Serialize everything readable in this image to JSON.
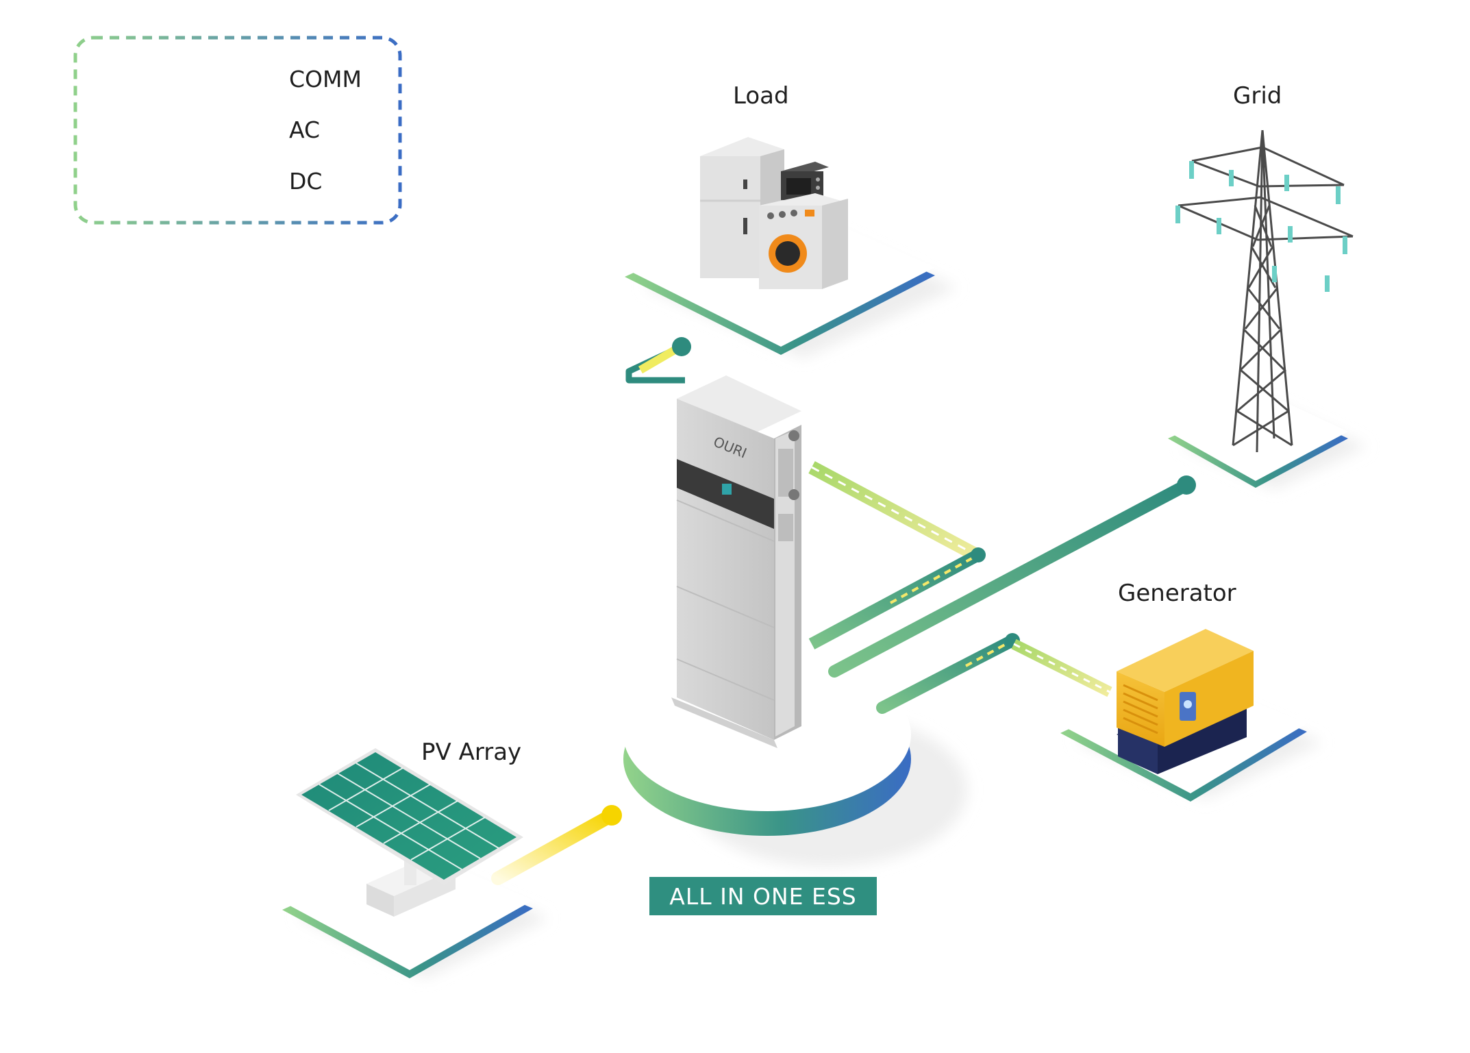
{
  "legend": {
    "items": [
      {
        "label": "COMM",
        "style": "dashed",
        "colors": [
          "#f2f0a0",
          "#e8d820"
        ]
      },
      {
        "label": "AC",
        "style": "solid",
        "colors": [
          "#7cc38a",
          "#2e8b7e"
        ]
      },
      {
        "label": "DC",
        "style": "solid",
        "colors": [
          "#fff8c8",
          "#f6d400"
        ]
      }
    ]
  },
  "nodes": {
    "load": "Load",
    "grid": "Grid",
    "generator": "Generator",
    "pv": "PV Array",
    "ess": "ALL IN ONE ESS"
  },
  "brand": "OURI",
  "colors": {
    "platform_gradient": [
      "#8fcf8a",
      "#2f8f80",
      "#3a6fc2"
    ],
    "ac": "#2f8f80",
    "dc": "#f6d400",
    "comm": "#e8d820",
    "generator": "#f3b31a",
    "banner": "#2f8f80"
  }
}
